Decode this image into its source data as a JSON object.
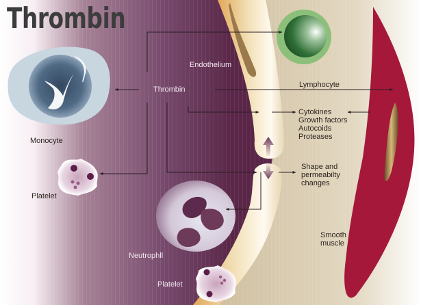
{
  "title": "Thrombin",
  "labels": {
    "thrombin": "Thrombin",
    "endothelium": "Endothelium",
    "lymphocyte": "Lymphocyte",
    "monocyte": "Monocyte",
    "platelet_left": "Platelet",
    "platelet_bottom": "Platelet",
    "neutrophil": "Neutrophll",
    "smooth_muscle": [
      "Smooth",
      "muscle"
    ],
    "mediators": [
      "Cytokines",
      "Growth factors",
      "Autocoids",
      "Proteases"
    ],
    "shape_changes": [
      "Shape and",
      "permeabilty",
      "changes"
    ]
  },
  "colors": {
    "lumen_purple": "#5e2a4e",
    "endothelium_cream": "#f3e4c4",
    "tissue_tan": "#d9ccb0",
    "muscle_red": "#a5183a",
    "lymphocyte_green": "#2f7a3a",
    "monocyte_blue": "#46607a",
    "arrow": "#2a1e24"
  }
}
